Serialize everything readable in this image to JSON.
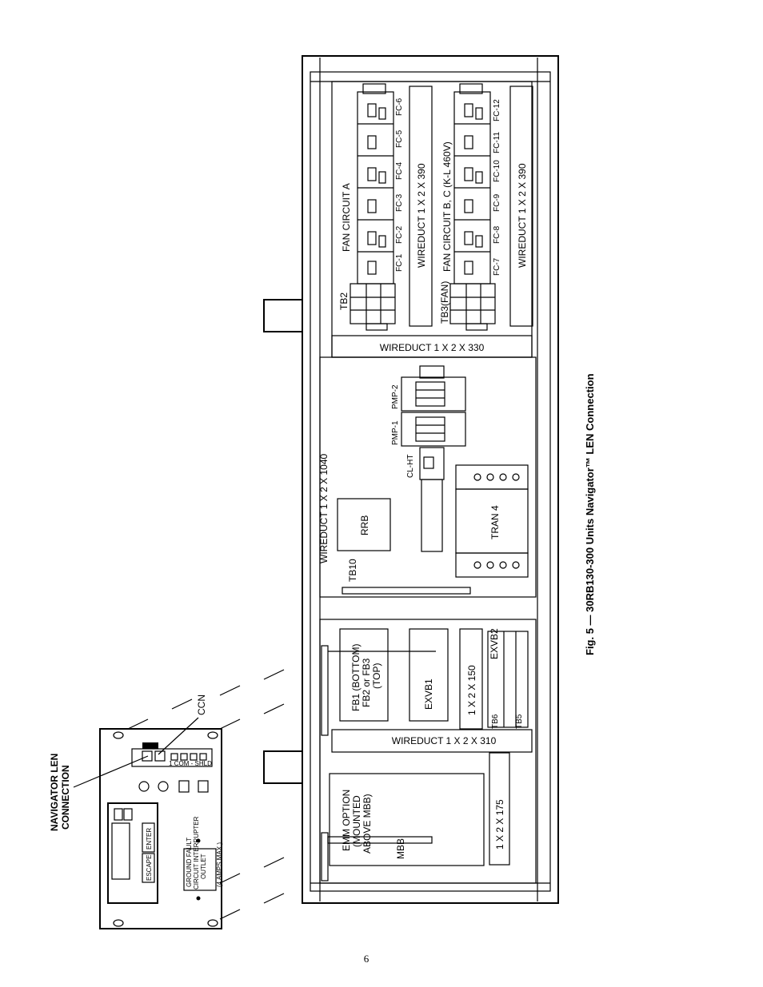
{
  "figure": {
    "caption": "Fig. 5 — 30RB130-300 Units Navigator™ LEN Connection",
    "page_number": "6"
  },
  "callouts": {
    "navigator_len_line1": "NAVIGATOR LEN",
    "navigator_len_line2": "CONNECTION",
    "ccn": "CCN"
  },
  "navigator_panel": {
    "escape": "ESCAPE",
    "enter": "ENTER",
    "outlet_line1": "GROUND FAULT",
    "outlet_line2": "CIRCUIT INTERRUPTER",
    "outlet_line3": "OUTLET",
    "outlet_line4": "(4 AMPS MAX.)",
    "terminal_label": "1  COM  -  SHLD"
  },
  "fan_section": {
    "circuit_a": "FAN  CIRCUIT  A",
    "circuit_bc": "FAN  CIRCUIT  B,  C  (K-L  460V)",
    "tb2": "TB2",
    "tb3": "TB3(FAN)",
    "wireduct_a": "WIREDUCT  1  X  2  X  390",
    "wireduct_bc": "WIREDUCT  1  X  2  X  390",
    "fc_top": [
      "FC-1",
      "FC-2",
      "FC-3",
      "FC-4",
      "FC-5",
      "FC-6"
    ],
    "fc_bottom": [
      "FC-7",
      "FC-8",
      "FC-9",
      "FC-10",
      "FC-11",
      "FC-12"
    ]
  },
  "mid_section": {
    "wireduct_330": "WIREDUCT  1  X  2  X  330",
    "wireduct_1040": "WIREDUCT  1  X  2  X  1040",
    "pmp1": "PMP-1",
    "pmp2": "PMP-2",
    "clht": "CL-HT",
    "rrb": "RRB",
    "tran4": "TRAN  4",
    "tb10": "TB10"
  },
  "lower_section": {
    "fb_line1": "FB1  (BOTTOM)",
    "fb_line2": "FB2  or  FB3",
    "fb_line3": "(TOP)",
    "exvb1": "EXVB1",
    "exvb2": "EXVB2",
    "wd150": "1  X  2  X  150",
    "tb6": "TB6",
    "tb5": "TB5",
    "wireduct_310": "WIREDUCT  1  X  2  X  310",
    "emm_line1": "EMM  OPTION",
    "emm_line2": "(MOUNTED",
    "emm_line3": "ABOVE  MBB)",
    "mbb": "MBB",
    "wd175": "1  X  2  X  175"
  }
}
